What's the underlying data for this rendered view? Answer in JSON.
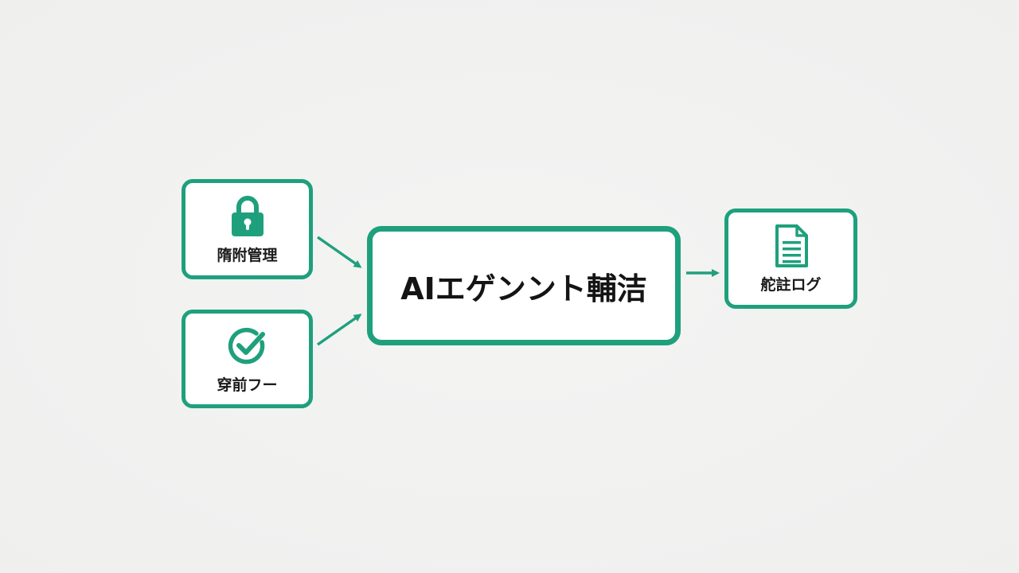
{
  "diagram": {
    "nodes": {
      "security": {
        "label": "隋附管理",
        "icon": "lock-icon"
      },
      "preflight": {
        "label": "穿前フー",
        "icon": "check-circle-icon"
      },
      "core": {
        "label": "AIエゲンント輔洁"
      },
      "log": {
        "label": "舵註ログ",
        "icon": "document-icon"
      }
    },
    "edges": [
      {
        "from": "security",
        "to": "core"
      },
      {
        "from": "preflight",
        "to": "core"
      },
      {
        "from": "core",
        "to": "log"
      }
    ]
  },
  "colors": {
    "accent": "#1fa07d",
    "text": "#1b1b1b",
    "background": "#f2f2f1",
    "node_fill": "#ffffff"
  }
}
